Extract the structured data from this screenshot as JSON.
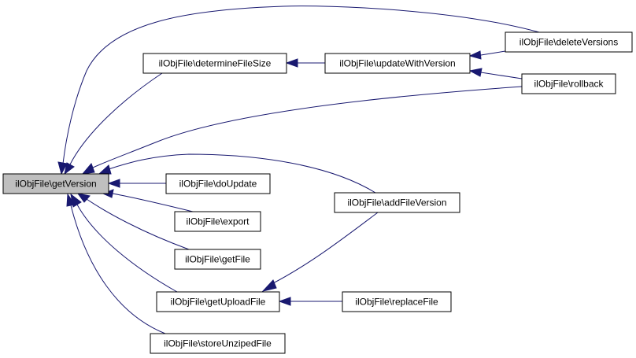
{
  "colors": {
    "focus_fill": "#bfbfbf",
    "node_fill": "#ffffff",
    "node_stroke": "#000000",
    "edge": "#191970"
  },
  "nodes": [
    {
      "id": "getVersion",
      "label": "ilObjFile\\getVersion",
      "focus": true
    },
    {
      "id": "determineFileSize",
      "label": "ilObjFile\\determineFileSize"
    },
    {
      "id": "updateWithVersion",
      "label": "ilObjFile\\updateWithVersion"
    },
    {
      "id": "deleteVersions",
      "label": "ilObjFile\\deleteVersions"
    },
    {
      "id": "rollback",
      "label": "ilObjFile\\rollback"
    },
    {
      "id": "doUpdate",
      "label": "ilObjFile\\doUpdate"
    },
    {
      "id": "addFileVersion",
      "label": "ilObjFile\\addFileVersion"
    },
    {
      "id": "export",
      "label": "ilObjFile\\export"
    },
    {
      "id": "getFile",
      "label": "ilObjFile\\getFile"
    },
    {
      "id": "getUploadFile",
      "label": "ilObjFile\\getUploadFile"
    },
    {
      "id": "replaceFile",
      "label": "ilObjFile\\replaceFile"
    },
    {
      "id": "storeUnzipedFile",
      "label": "ilObjFile\\storeUnzipedFile"
    }
  ],
  "edges": [
    {
      "from": "determineFileSize",
      "to": "getVersion"
    },
    {
      "from": "deleteVersions",
      "to": "getVersion"
    },
    {
      "from": "rollback",
      "to": "getVersion"
    },
    {
      "from": "addFileVersion",
      "to": "getVersion"
    },
    {
      "from": "doUpdate",
      "to": "getVersion"
    },
    {
      "from": "export",
      "to": "getVersion"
    },
    {
      "from": "getFile",
      "to": "getVersion"
    },
    {
      "from": "getUploadFile",
      "to": "getVersion"
    },
    {
      "from": "storeUnzipedFile",
      "to": "getVersion"
    },
    {
      "from": "updateWithVersion",
      "to": "determineFileSize"
    },
    {
      "from": "deleteVersions",
      "to": "updateWithVersion"
    },
    {
      "from": "rollback",
      "to": "updateWithVersion"
    },
    {
      "from": "getUploadFile",
      "to": "addFileVersion"
    },
    {
      "from": "replaceFile",
      "to": "getUploadFile"
    }
  ]
}
